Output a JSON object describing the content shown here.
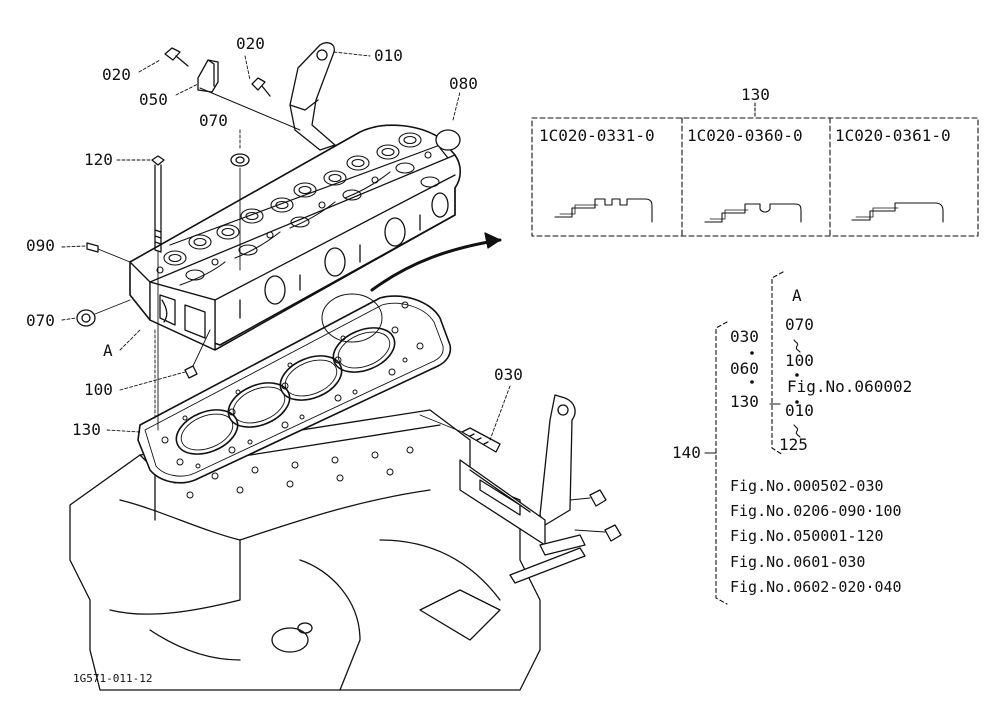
{
  "callouts": {
    "c020a": "020",
    "c020b": "020",
    "c010": "010",
    "c050": "050",
    "c080": "080",
    "c070a": "070",
    "c120": "120",
    "c090": "090",
    "c070b": "070",
    "cA": "A",
    "c100": "100",
    "c130": "130",
    "c030": "030"
  },
  "gasket_variants": {
    "ref": "130",
    "items": [
      {
        "code": "1C020-0331-0"
      },
      {
        "code": "1C020-0360-0"
      },
      {
        "code": "1C020-0361-0"
      }
    ]
  },
  "kit": {
    "ref": "140",
    "left_group": [
      "030",
      "060",
      "130"
    ],
    "right_group": {
      "start": "A",
      "line1": "070",
      "line2": "100",
      "fig": "Fig.No.060002",
      "line3": "010",
      "line4": "125"
    },
    "fig_refs": [
      "Fig.No.000502-030",
      "Fig.No.0206-090·100",
      "Fig.No.050001-120",
      "Fig.No.0601-030",
      "Fig.No.0602-020·040"
    ]
  },
  "drawing_id": "1G571-011-12",
  "colors": {
    "ink": "#111111",
    "paper": "#ffffff"
  }
}
